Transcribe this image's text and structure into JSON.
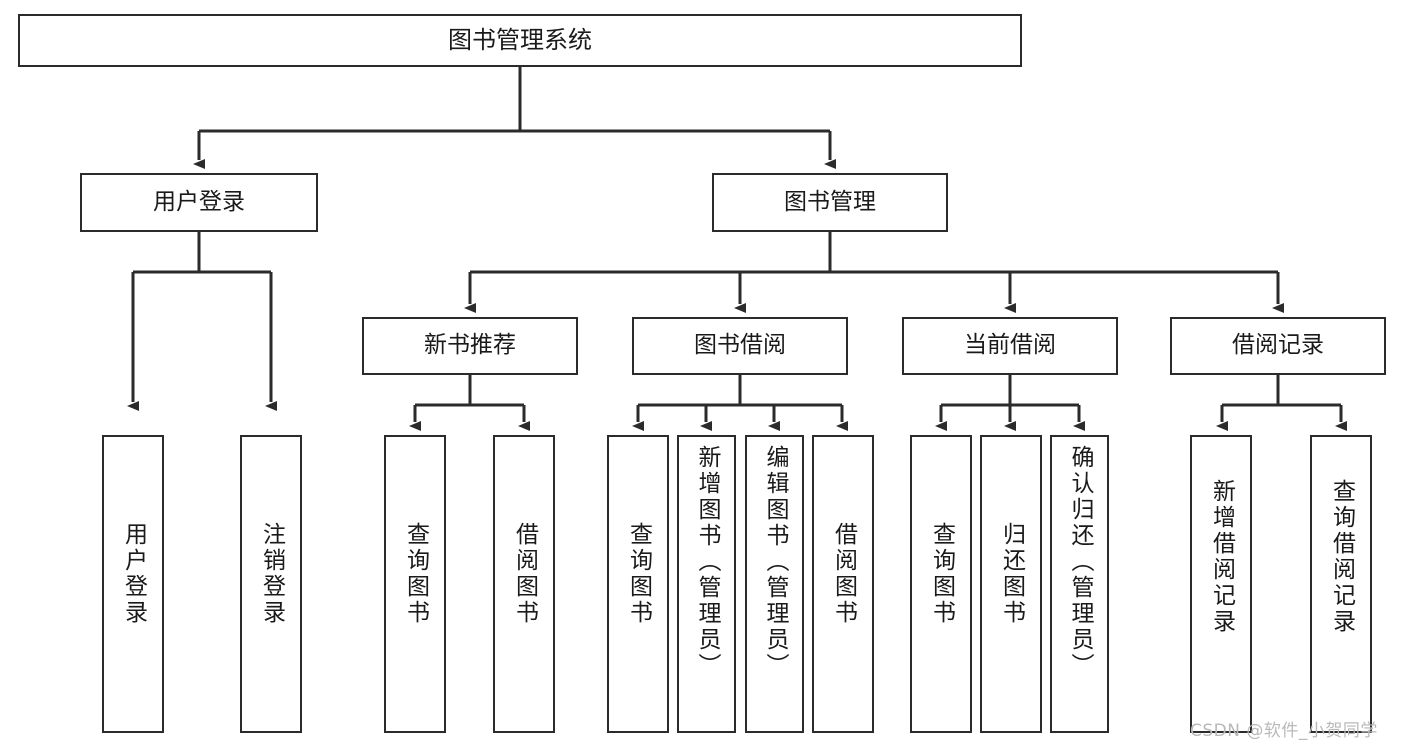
{
  "diagram": {
    "type": "tree",
    "title": "图书管理系统",
    "background": "#ffffff",
    "line_color": "#2b2b2b",
    "box_border_color": "#2b2b2b",
    "text_color": "#1a1a1a"
  },
  "nodes": {
    "root": {
      "label": "图书管理系统"
    },
    "level2": [
      {
        "id": "user-login",
        "label": "用户登录"
      },
      {
        "id": "book-management",
        "label": "图书管理"
      }
    ],
    "level3": [
      {
        "id": "new-book-recommend",
        "label": "新书推荐"
      },
      {
        "id": "book-borrow",
        "label": "图书借阅"
      },
      {
        "id": "current-borrow",
        "label": "当前借阅"
      },
      {
        "id": "borrow-record",
        "label": "借阅记录"
      }
    ],
    "leaves": {
      "user_login": [
        {
          "id": "leaf-user-login",
          "label": "用户登录"
        },
        {
          "id": "leaf-logout-login",
          "label": "注销登录"
        }
      ],
      "new_book_recommend": [
        {
          "id": "leaf-query-book-1",
          "label": "查询图书"
        },
        {
          "id": "leaf-borrow-book-1",
          "label": "借阅图书"
        }
      ],
      "book_borrow": [
        {
          "id": "leaf-query-book-2",
          "label": "查询图书"
        },
        {
          "id": "leaf-add-book",
          "label": "新增图书（管理员）"
        },
        {
          "id": "leaf-edit-book",
          "label": "编辑图书（管理员）"
        },
        {
          "id": "leaf-borrow-book-2",
          "label": "借阅图书"
        }
      ],
      "current_borrow": [
        {
          "id": "leaf-query-book-3",
          "label": "查询图书"
        },
        {
          "id": "leaf-return-book",
          "label": "归还图书"
        },
        {
          "id": "leaf-confirm-return",
          "label": "确认归还（管理员）"
        }
      ],
      "borrow_record": [
        {
          "id": "leaf-add-borrow-record",
          "label": "新增借阅记录"
        },
        {
          "id": "leaf-query-borrow-record",
          "label": "查询借阅记录"
        }
      ]
    }
  },
  "watermark": {
    "text": "CSDN @软件_小贺同学"
  }
}
